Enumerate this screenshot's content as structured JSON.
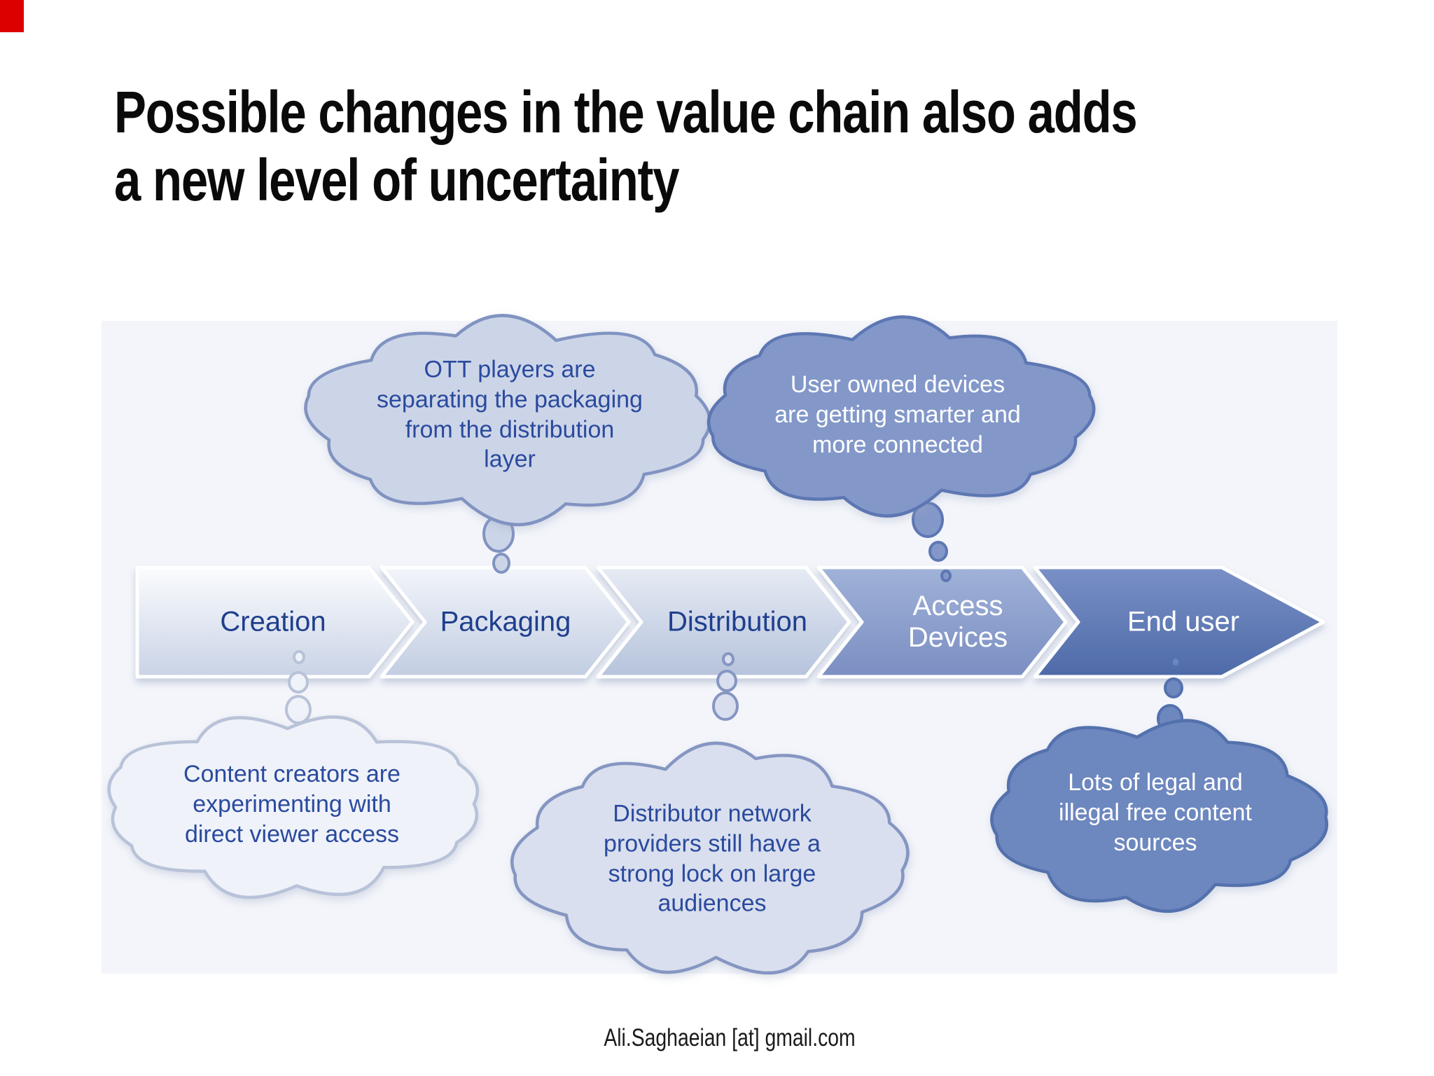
{
  "slide_marker": {
    "color": "#dd0000"
  },
  "title": {
    "line1": "Possible changes in the value chain also adds",
    "line2": "a new level of uncertainty"
  },
  "chain": {
    "segments": [
      {
        "label": "Creation",
        "text_color": "#1f3f8e",
        "fill_top": "#fbfcfe",
        "fill_bottom": "#c9d3e6"
      },
      {
        "label": "Packaging",
        "text_color": "#1f3f8e",
        "fill_top": "#f2f5fa",
        "fill_bottom": "#c2cde2"
      },
      {
        "label": "Distribution",
        "text_color": "#1f3f8e",
        "fill_top": "#e6ebf4",
        "fill_bottom": "#b6c3dc"
      },
      {
        "label": "Access Devices",
        "text_color": "#ffffff",
        "fill_top": "#a0b2d8",
        "fill_bottom": "#7a8ec2"
      },
      {
        "label": "End user",
        "text_color": "#ffffff",
        "fill_top": "#7990c6",
        "fill_bottom": "#4e6aa8"
      }
    ]
  },
  "clouds": [
    {
      "name": "ott",
      "text": "OTT players are separating the packaging from the distribution layer",
      "fill": "#ccd5e8",
      "stroke": "#8193c1",
      "text_color": "#2a4a9e"
    },
    {
      "name": "user-devices",
      "text": "User owned devices are getting smarter and more connected",
      "fill": "#8398c9",
      "stroke": "#5d77b3",
      "text_color": "#ffffff"
    },
    {
      "name": "content-creators",
      "text": "Content creators are experimenting with direct viewer access",
      "fill": "#eff2f9",
      "stroke": "#b8c2d8",
      "text_color": "#2a4a9e"
    },
    {
      "name": "distributor-network",
      "text": "Distributor network providers still have a strong lock on large audiences",
      "fill": "#d9dfee",
      "stroke": "#8696c2",
      "text_color": "#2a4a9e"
    },
    {
      "name": "free-content",
      "text": "Lots of legal and illegal free content sources",
      "fill": "#6d87bf",
      "stroke": "#5371ad",
      "text_color": "#ffffff"
    }
  ],
  "footer": "Ali.Saghaeian [at] gmail.com"
}
